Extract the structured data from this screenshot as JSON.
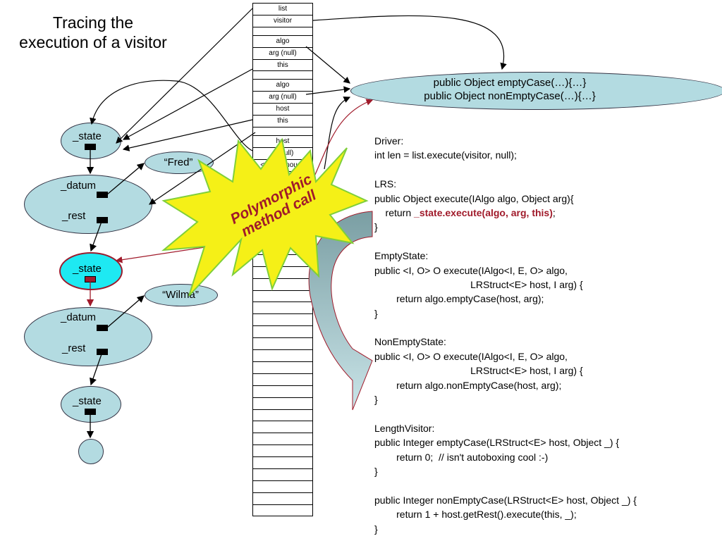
{
  "title": {
    "line1": "Tracing the",
    "line2": "execution of a visitor"
  },
  "stack_frames": [
    "list",
    "visitor",
    "",
    "algo",
    "arg (null)",
    "this",
    "",
    "algo",
    "arg (null)",
    "host",
    "this",
    "",
    "host",
    "_ (null)",
    "<anonymous>",
    "",
    "",
    "",
    "",
    "",
    "",
    "",
    "",
    "",
    "",
    "",
    "",
    "",
    "",
    "",
    "",
    "",
    "",
    "",
    "",
    "",
    "",
    "",
    "",
    "",
    "",
    "",
    "",
    ""
  ],
  "nodes": {
    "state_label": "_state",
    "datum_label": "_datum",
    "rest_label": "_rest"
  },
  "strings": {
    "fred": "“Fred”",
    "wilma": "“Wilma”"
  },
  "visitor_object": {
    "line1": "public Object emptyCase(…){…}",
    "line2": "public Object nonEmptyCase(…){…}"
  },
  "callout": {
    "line1": "Polymorphic",
    "line2": "method call"
  },
  "code": {
    "driver_header": "Driver:",
    "driver_line": "int len = list.execute(visitor, null);",
    "lrs_header": "LRS:",
    "lrs_sig": "public Object execute(IAlgo algo, Object arg){",
    "lrs_return_prefix": "    return ",
    "lrs_return_emph": "_state.execute(algo, arg, this)",
    "lrs_return_suffix": ";",
    "close": "}",
    "empty_header": "EmptyState:",
    "empty_sig1": "public <I, O> O execute(IAlgo<I, E, O> algo,",
    "empty_sig2": "                                   LRStruct<E> host, I arg) {",
    "empty_body": "        return algo.emptyCase(host, arg);",
    "nonempty_header": "NonEmptyState:",
    "nonempty_sig1": "public <I, O> O execute(IAlgo<I, E, O> algo,",
    "nonempty_sig2": "                                   LRStruct<E> host, I arg) {",
    "nonempty_body": "        return algo.nonEmptyCase(host, arg);",
    "length_header": "LengthVisitor:",
    "length_empty_sig": "public Integer emptyCase(LRStruct<E> host, Object _) {",
    "length_empty_body": "        return 0;  // isn't autoboxing cool :-)",
    "length_nonempty_sig": "public Integer nonEmptyCase(LRStruct<E> host, Object _) {",
    "length_nonempty_body": "        return 1 + host.getRest().execute(this, _);"
  },
  "colors": {
    "node_fill": "#b3dbe1",
    "highlight_fill": "#1ee9f2",
    "accent_red": "#a01a2a",
    "burst_fill": "#f5f017",
    "burst_stroke": "#7fcf3a"
  }
}
